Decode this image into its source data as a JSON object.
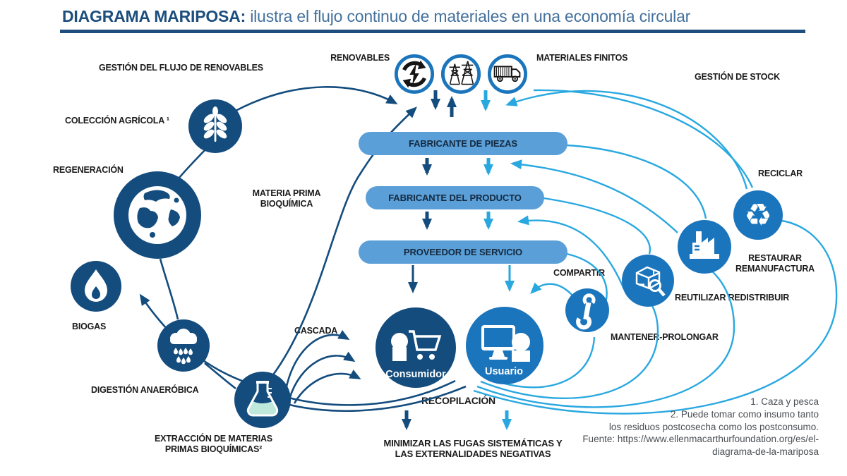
{
  "title": {
    "bold": "DIAGRAMA MARIPOSA:",
    "rest": " ilustra el flujo continuo de materiales en una economía circular"
  },
  "top": {
    "renovables": "RENOVABLES",
    "materiales_finitos": "MATERIALES FINITOS"
  },
  "left": {
    "gestion_flujo": "GESTIÓN DEL FLUJO DE RENOVABLES",
    "coleccion_agricola": "COLECCIÓN AGRÍCOLA ¹",
    "regeneracion": "REGENERACIÓN",
    "materia_prima": "MATERIA PRIMA\nBIOQUÍMICA",
    "biogas": "BIOGAS",
    "digestion": "DIGESTIÓN ANAERÓBICA",
    "extraccion": "EXTRACCIÓN DE MATERIAS\nPRIMAS BIOQUÍMICAS²",
    "cascada": "CASCADA"
  },
  "center": {
    "boxes": [
      "FABRICANTE DE PIEZAS",
      "FABRICANTE DEL PRODUCTO",
      "PROVEEDOR DE SERVICIO"
    ],
    "consumidor": "Consumidor",
    "usuario": "Usuario",
    "recopilacion": "RECOPILACIÓN",
    "minimizar": "MINIMIZAR LAS FUGAS SISTEMÁTICAS Y\nLAS EXTERNALIDADES NEGATIVAS"
  },
  "right": {
    "gestion_stock": "GESTIÓN DE STOCK",
    "reciclar": "RECICLAR",
    "restaurar": "RESTAURAR\nREMANUFACTURA",
    "reutilizar": "REUTILIZAR REDISTRIBUIR",
    "compartir": "COMPARTIR",
    "mantener": "MANTENER-PROLONGAR"
  },
  "footnotes": "1. Caza y pesca\n2. Puede tomar como insumo tanto\nlos residuos postcosecha como los postconsumo.\nFuente: https://www.ellenmacarthurfoundation.org/es/el-\ndiagrama-de-la-mariposa",
  "icons": {
    "recycle_glyph": "♻"
  },
  "colors": {
    "navy": "#134c7d",
    "bright_blue": "#1b75bc",
    "cyan": "#29a8e0",
    "pill_blue": "#5b9fd8",
    "flask_liquid": "#bfe9db",
    "title_navy": "#1d4e7d",
    "title_steel": "#44719c"
  }
}
